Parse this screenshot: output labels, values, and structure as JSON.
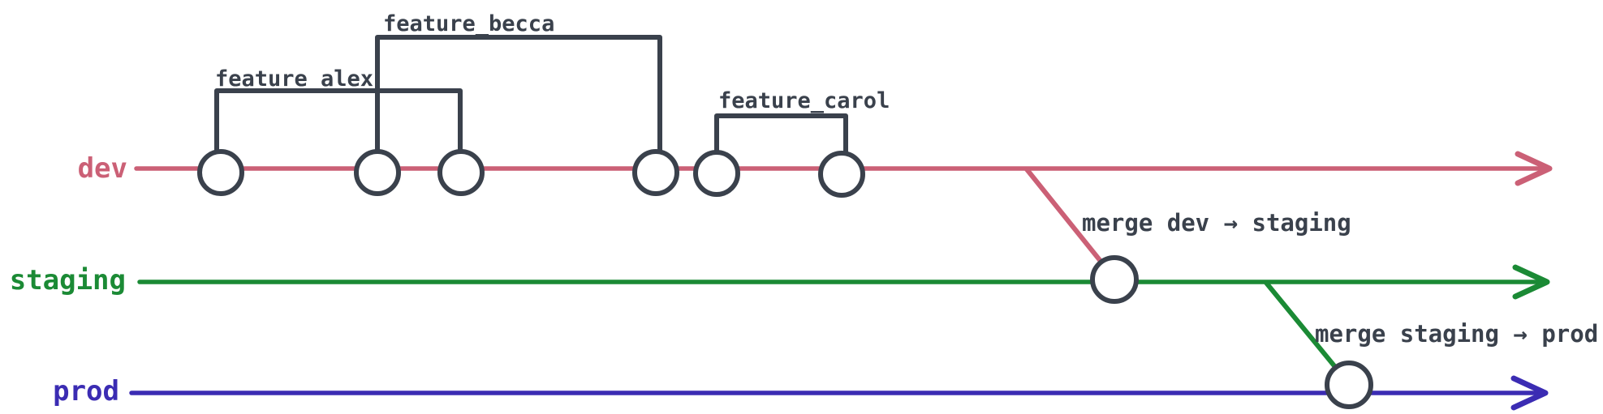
{
  "colors": {
    "ink": "#3a414c",
    "background": "#ffffff"
  },
  "diagram": {
    "type": "git-branching-flow",
    "branches": [
      {
        "label": "dev",
        "color": "#cb6076",
        "commits": 6
      },
      {
        "label": "staging",
        "color": "#1b8a35",
        "commits": 1
      },
      {
        "label": "prod",
        "color": "#3b2cb3",
        "commits": 1
      }
    ],
    "features": [
      {
        "label": "feature_alex",
        "branch": "dev",
        "from_commit": 1,
        "to_commit": 3
      },
      {
        "label": "feature_becca",
        "branch": "dev",
        "from_commit": 2,
        "to_commit": 4
      },
      {
        "label": "feature_carol",
        "branch": "dev",
        "from_commit": 5,
        "to_commit": 6
      }
    ],
    "merges": [
      {
        "label": "merge dev → staging",
        "from": "dev",
        "to": "staging"
      },
      {
        "label": "merge staging → prod",
        "from": "staging",
        "to": "prod"
      }
    ]
  }
}
